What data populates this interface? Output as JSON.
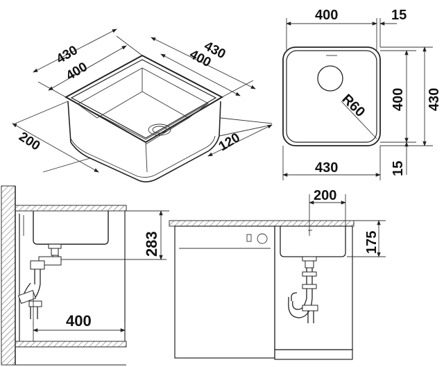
{
  "dimensions": {
    "iso_width_outer": "430",
    "iso_width_inner": "400",
    "iso_depth_outer": "430",
    "iso_depth_inner": "400",
    "iso_height": "200",
    "iso_height_small": "120",
    "top_inner_width": "400",
    "top_rim": "15",
    "top_inner_depth": "400",
    "top_outer_depth": "430",
    "top_radius": "R60",
    "top_outer_width": "430",
    "top_rim_bottom": "15",
    "side_height": "283",
    "side_offset": "400",
    "front_width": "200",
    "front_height": "175"
  }
}
